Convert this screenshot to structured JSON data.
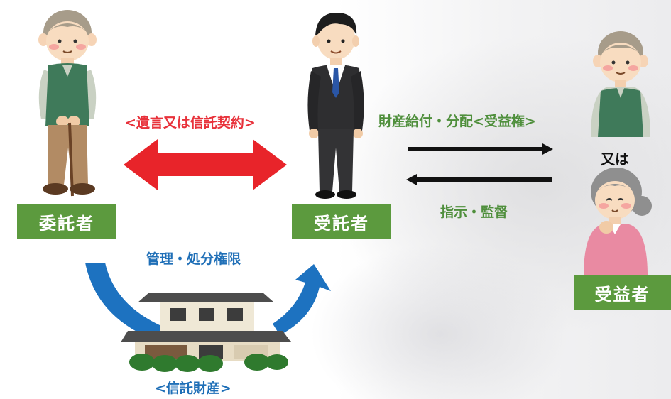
{
  "roles": {
    "settlor": "委託者",
    "trustee": "受託者",
    "beneficiary": "受益者"
  },
  "relations": {
    "contract": "<遺言又は信託契約>",
    "benefit": "財産給付・分配<受益権>",
    "instruction": "指示・監督",
    "authority": "管理・処分権限",
    "trust_property": "<信託財産>",
    "or_text": "又は"
  },
  "colors": {
    "label_bg": "#5c9a3e",
    "contract_text": "#e8323b",
    "contract_arrow": "#e8242a",
    "green_text": "#4f8f3c",
    "blue_text": "#1f6fb7",
    "blue_arrow": "#1d72c0",
    "black_arrow": "#111111"
  },
  "icons": [
    "elderly-man-icon",
    "businessman-icon",
    "elderly-man-icon",
    "elderly-woman-icon",
    "house-icon"
  ]
}
